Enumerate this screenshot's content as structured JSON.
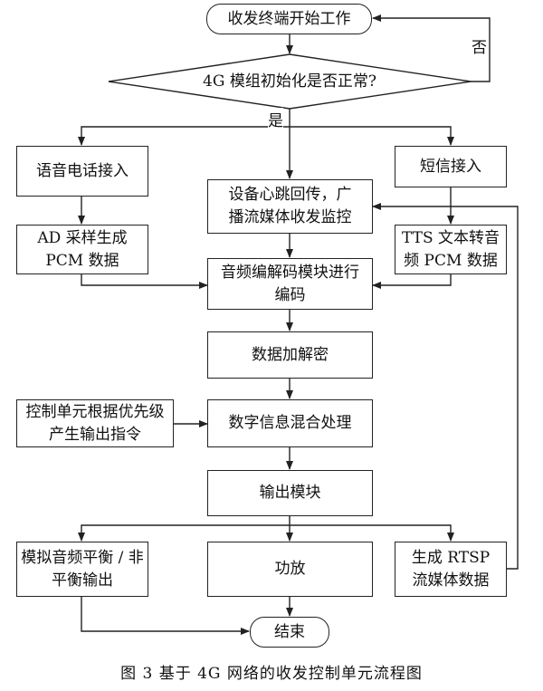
{
  "nodes": {
    "start": "收发终端开始工作",
    "decision": "4G 模组初始化是否正常?",
    "voice": "语音电话接入",
    "heartbeat": "设备心跳回传，广播流媒体收发监控",
    "sms": "短信接入",
    "ad": "AD 采样生成 PCM 数据",
    "tts": "TTS 文本转音频 PCM 数据",
    "codec": "音频编解码模块进行编码",
    "crypto": "数据加解密",
    "control": "控制单元根据优先级产生输出指令",
    "mix": "数字信息混合处理",
    "output": "输出模块",
    "analog": "模拟音频平衡 / 非平衡输出",
    "amp": "功放",
    "rtsp": "生成 RTSP 流媒体数据",
    "end": "结束"
  },
  "edge_labels": {
    "no": "否",
    "yes": "是"
  },
  "caption": "图 3   基于 4G 网络的收发控制单元流程图"
}
